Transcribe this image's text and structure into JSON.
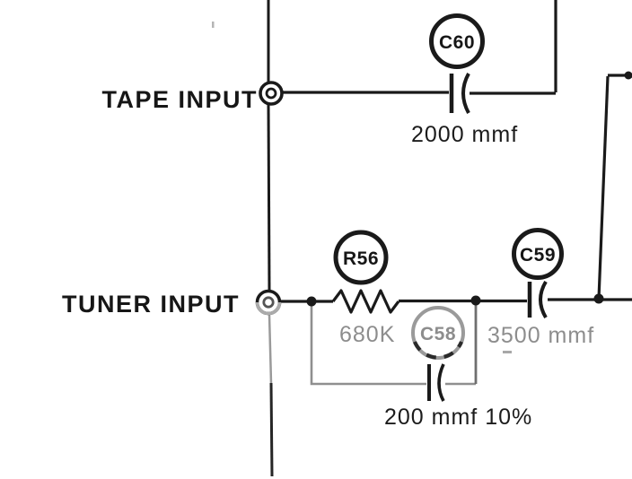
{
  "schematic": {
    "labels": {
      "tape_input": "TAPE INPUT",
      "tuner_input": "TUNER INPUT"
    },
    "components": {
      "c60": {
        "ref": "C60",
        "value": "2000 mmf"
      },
      "r56": {
        "ref": "R56",
        "value": "680K"
      },
      "c58": {
        "ref": "C58",
        "value": "200 mmf 10%"
      },
      "c59": {
        "ref": "C59",
        "value": "3500 mmf"
      }
    },
    "colors": {
      "ink": "#1a1a1a",
      "faded_ink": "#8d8d8d"
    }
  }
}
